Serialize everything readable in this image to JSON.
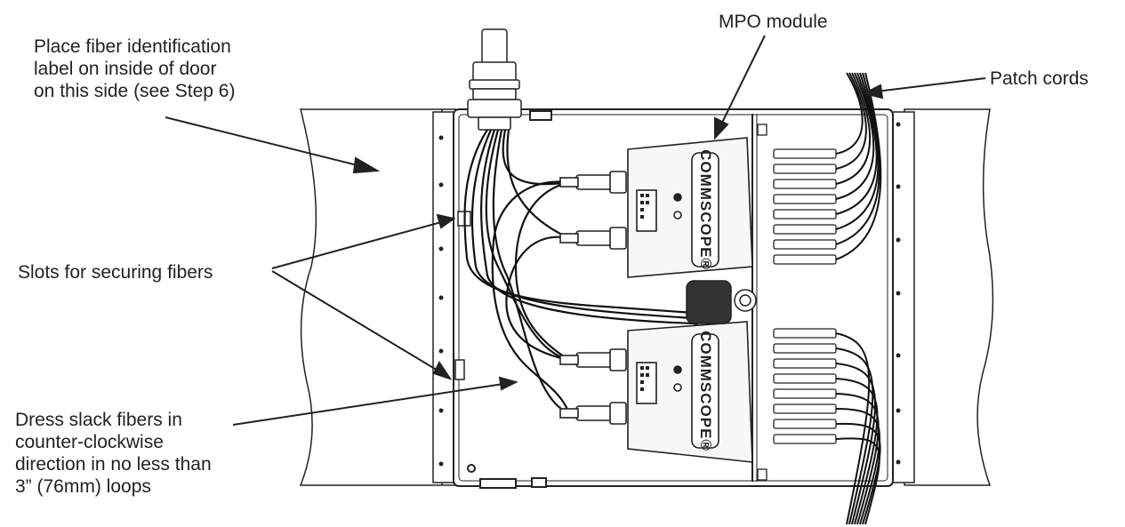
{
  "colors": {
    "ink": "#222222",
    "panel_fill": "#ffffff",
    "fiber": "#111111",
    "module_fill": "#f7f7f7"
  },
  "callouts": {
    "door_label": {
      "lines": [
        "Place fiber identification",
        "label on inside of door",
        "on this side (see Step 6)"
      ]
    },
    "mpo_module": {
      "text": "MPO module"
    },
    "patch_cords": {
      "text": "Patch cords"
    },
    "slots": {
      "text": "Slots for securing fibers"
    },
    "dress_slack": {
      "lines": [
        "Dress slack fibers in",
        "counter-clockwise",
        "direction in no less than",
        "3” (76mm) loops"
      ]
    }
  },
  "modules": [
    {
      "brand": "COMMSCOPE®"
    },
    {
      "brand": "COMMSCOPE®"
    }
  ],
  "icons": [
    "bracket-icon",
    "cable-gland-icon",
    "mpo-module-icon",
    "lc-connector-icon",
    "fiber-cable-icon",
    "arrow-icon"
  ]
}
